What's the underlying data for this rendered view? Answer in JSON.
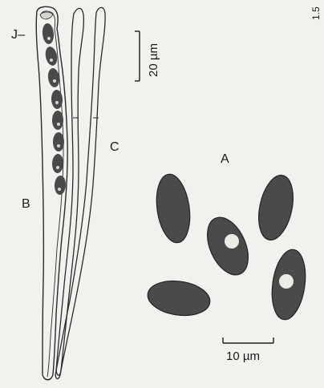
{
  "labels": {
    "a": "A",
    "b": "B",
    "c": "C",
    "j": "J–"
  },
  "scale_bars": {
    "large": "20 µm",
    "small": "10 µm"
  },
  "edge_text": "1.5",
  "colors": {
    "paper": "#f2f1ee",
    "ink": "#1a1a1a",
    "spore_fill": "#4a4a4a",
    "ascus_outline": "#2a2a2a"
  }
}
